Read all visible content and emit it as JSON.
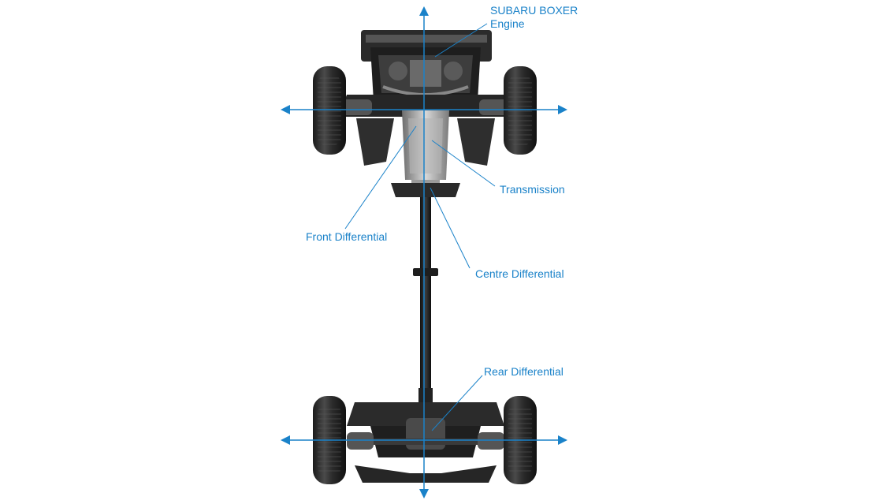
{
  "diagram": {
    "accent_color": "#1a82c9",
    "labels": {
      "engine_line1": "SUBARU BOXER",
      "engine_line2": "Engine",
      "transmission": "Transmission",
      "front_differential": "Front Differential",
      "centre_differential": "Centre Differential",
      "rear_differential": "Rear Differential"
    }
  }
}
